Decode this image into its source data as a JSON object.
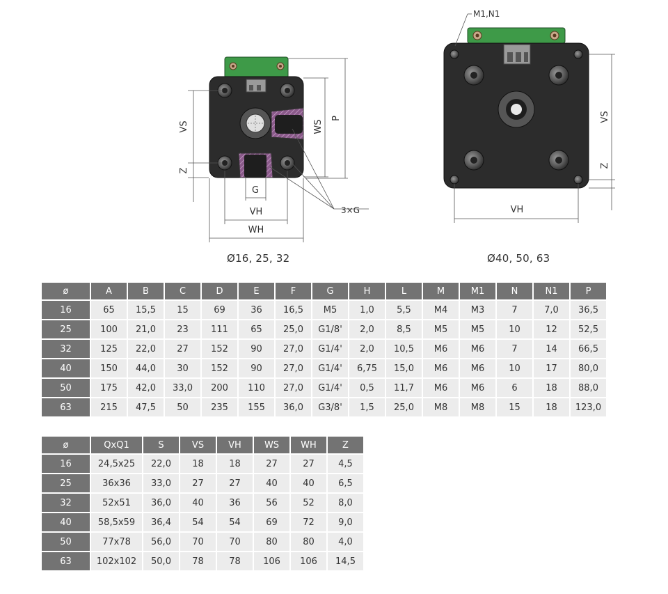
{
  "drawings": {
    "small": {
      "caption": "Ø16, 25, 32",
      "labels": {
        "vs": "VS",
        "z": "Z",
        "g": "G",
        "vh": "VH",
        "wh": "WH",
        "ws": "WS",
        "p": "P",
        "threads": "3×G"
      }
    },
    "large": {
      "caption": "Ø40, 50, 63",
      "labels": {
        "m1n1": "M1,N1",
        "vs": "VS",
        "z": "Z",
        "vh": "VH"
      }
    },
    "colors": {
      "body": "#2c2c2c",
      "green": "#3e9a48",
      "purple": "#8a5a8a"
    }
  },
  "table1": {
    "headers": [
      "ø",
      "A",
      "B",
      "C",
      "D",
      "E",
      "F",
      "G",
      "H",
      "L",
      "M",
      "M1",
      "N",
      "N1",
      "P"
    ],
    "rows": [
      [
        "16",
        "65",
        "15,5",
        "15",
        "69",
        "36",
        "16,5",
        "M5",
        "1,0",
        "5,5",
        "M4",
        "M3",
        "7",
        "7,0",
        "36,5"
      ],
      [
        "25",
        "100",
        "21,0",
        "23",
        "111",
        "65",
        "25,0",
        "G1/8'",
        "2,0",
        "8,5",
        "M5",
        "M5",
        "10",
        "12",
        "52,5"
      ],
      [
        "32",
        "125",
        "22,0",
        "27",
        "152",
        "90",
        "27,0",
        "G1/4'",
        "2,0",
        "10,5",
        "M6",
        "M6",
        "7",
        "14",
        "66,5"
      ],
      [
        "40",
        "150",
        "44,0",
        "30",
        "152",
        "90",
        "27,0",
        "G1/4'",
        "6,75",
        "15,0",
        "M6",
        "M6",
        "10",
        "17",
        "80,0"
      ],
      [
        "50",
        "175",
        "42,0",
        "33,0",
        "200",
        "110",
        "27,0",
        "G1/4'",
        "0,5",
        "11,7",
        "M6",
        "M6",
        "6",
        "18",
        "88,0"
      ],
      [
        "63",
        "215",
        "47,5",
        "50",
        "235",
        "155",
        "36,0",
        "G3/8'",
        "1,5",
        "25,0",
        "M8",
        "M8",
        "15",
        "18",
        "123,0"
      ]
    ]
  },
  "table2": {
    "headers": [
      "ø",
      "QxQ1",
      "S",
      "VS",
      "VH",
      "WS",
      "WH",
      "Z"
    ],
    "rows": [
      [
        "16",
        "24,5x25",
        "22,0",
        "18",
        "18",
        "27",
        "27",
        "4,5"
      ],
      [
        "25",
        "36x36",
        "33,0",
        "27",
        "27",
        "40",
        "40",
        "6,5"
      ],
      [
        "32",
        "52x51",
        "36,0",
        "40",
        "36",
        "56",
        "52",
        "8,0"
      ],
      [
        "40",
        "58,5x59",
        "36,4",
        "54",
        "54",
        "69",
        "72",
        "9,0"
      ],
      [
        "50",
        "77x78",
        "56,0",
        "70",
        "70",
        "80",
        "80",
        "4,0"
      ],
      [
        "63",
        "102x102",
        "50,0",
        "78",
        "78",
        "106",
        "106",
        "14,5"
      ]
    ]
  }
}
